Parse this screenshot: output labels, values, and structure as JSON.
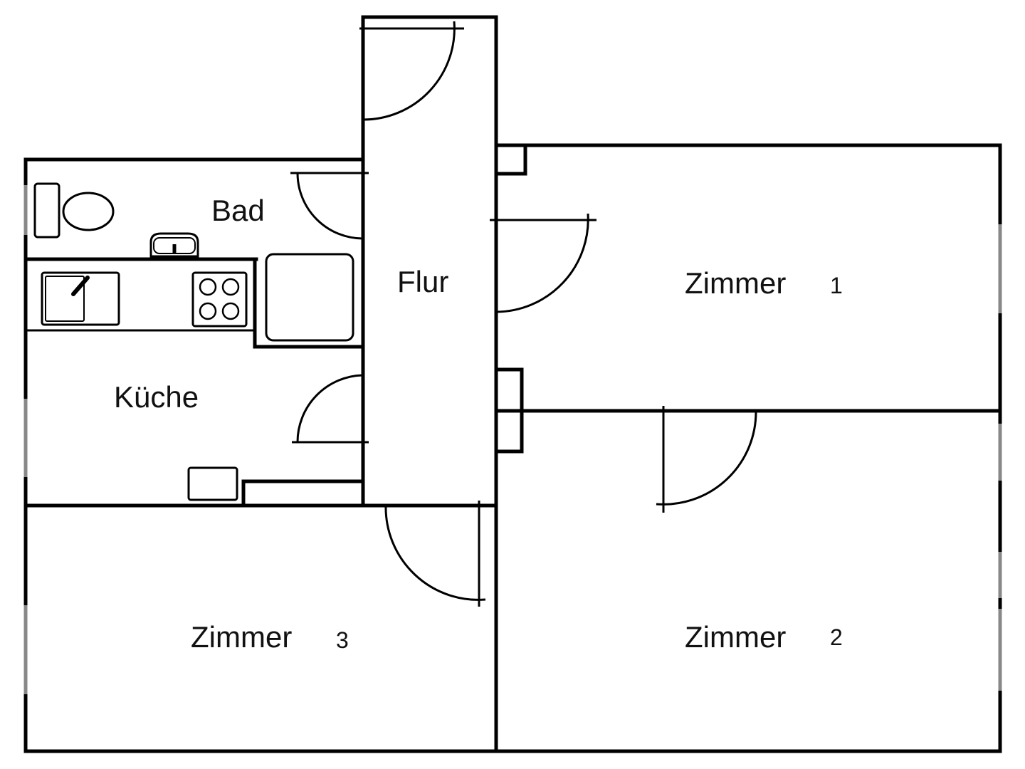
{
  "rooms": {
    "bad": "Bad",
    "flur": "Flur",
    "kueche": "Küche",
    "zimmer1": {
      "name": "Zimmer",
      "number": "1"
    },
    "zimmer2": {
      "name": "Zimmer",
      "number": "2"
    },
    "zimmer3": {
      "name": "Zimmer",
      "number": "3"
    }
  },
  "colors": {
    "wall": "#000000",
    "window": "#888888",
    "background": "#ffffff"
  }
}
